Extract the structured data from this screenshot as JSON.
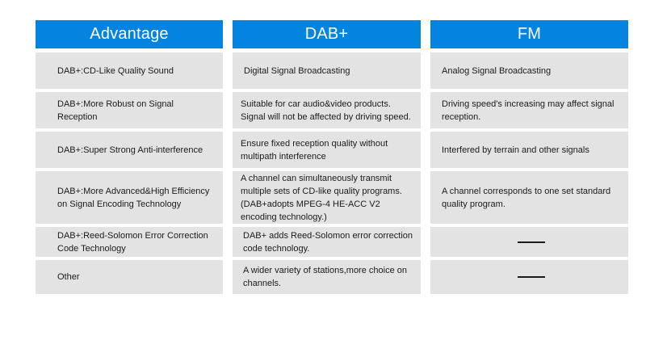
{
  "table": {
    "columns": [
      {
        "key": "advantage",
        "header": "Advantage",
        "header_color": "#0484de",
        "header_text_color": "#ffffff",
        "cells": [
          "DAB+:CD-Like Quality Sound",
          "DAB+:More Robust on Signal Reception",
          "DAB+:Super Strong Anti-interference",
          "DAB+:More Advanced&High Efficiency on Signal Encoding Technology",
          "DAB+:Reed-Solomon Error Correction Code Technology",
          "Other"
        ]
      },
      {
        "key": "dab_plus",
        "header": "DAB+",
        "header_color": "#0484de",
        "header_text_color": "#ffffff",
        "cells": [
          "Digital Signal Broadcasting",
          "Suitable for car audio&video products. Signal will not be affected by driving speed.",
          "Ensure fixed reception quality without multipath interference",
          "A channel can simultaneously transmit multiple sets of CD-like quality programs. (DAB+adopts MPEG-4 HE-ACC V2 encoding technology.)",
          "DAB+ adds Reed-Solomon error correction code technology.",
          "A wider variety of stations,more choice on channels."
        ]
      },
      {
        "key": "fm",
        "header": "FM",
        "header_color": "#0484de",
        "header_text_color": "#ffffff",
        "cells": [
          "Analog Signal Broadcasting",
          "Driving speed's increasing may affect signal reception.",
          "Interfered by terrain and other signals",
          "A channel corresponds to one set standard quality program.",
          "",
          ""
        ],
        "dash_rows": [
          5,
          6
        ]
      }
    ],
    "cell_background": "#e3e3e3",
    "cell_text_color": "#1b1b1b",
    "page_background": "#ffffff"
  }
}
